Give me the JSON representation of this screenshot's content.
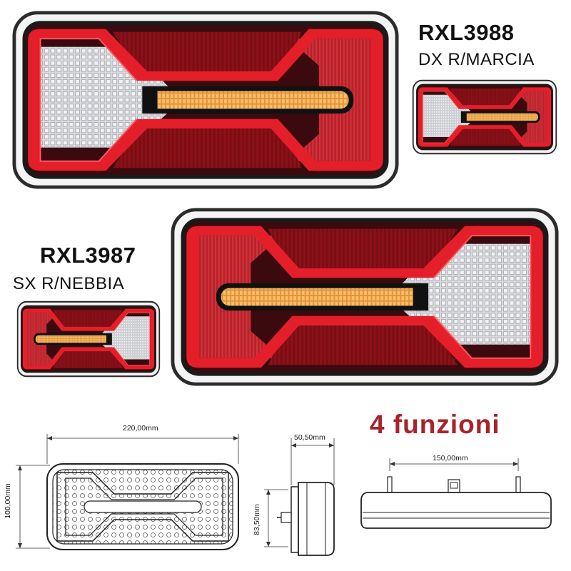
{
  "products": [
    {
      "code": "RXL3988",
      "description": "DX R/MARCIA"
    },
    {
      "code": "RXL3987",
      "description": "SX R/NEBBIA"
    }
  ],
  "features_label": "4 funzioni",
  "dimensions": {
    "width": "220,00mm",
    "height": "100,00mm",
    "depth": "50,50mm",
    "side_height": "83,50mm",
    "stud_spacing": "150,00mm"
  },
  "colors": {
    "red_light": "#e8202a",
    "amber": "#f0a13c",
    "lens_dark": "#5a0b10",
    "accent_text": "#a8232a"
  }
}
